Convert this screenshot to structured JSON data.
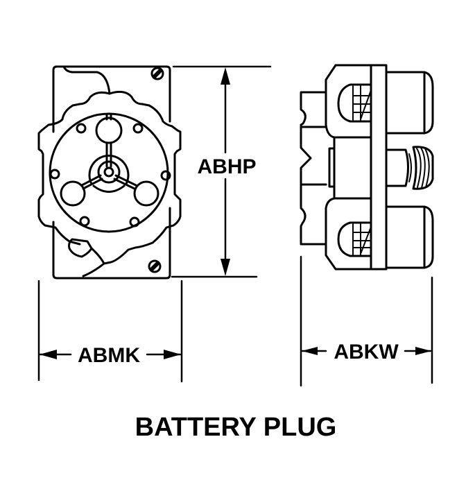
{
  "title": "BATTERY PLUG",
  "dimensions": {
    "height": "ABHP",
    "width_front": "ABMK",
    "width_side": "ABKW"
  },
  "colors": {
    "line": "#000000",
    "background": "#ffffff"
  }
}
